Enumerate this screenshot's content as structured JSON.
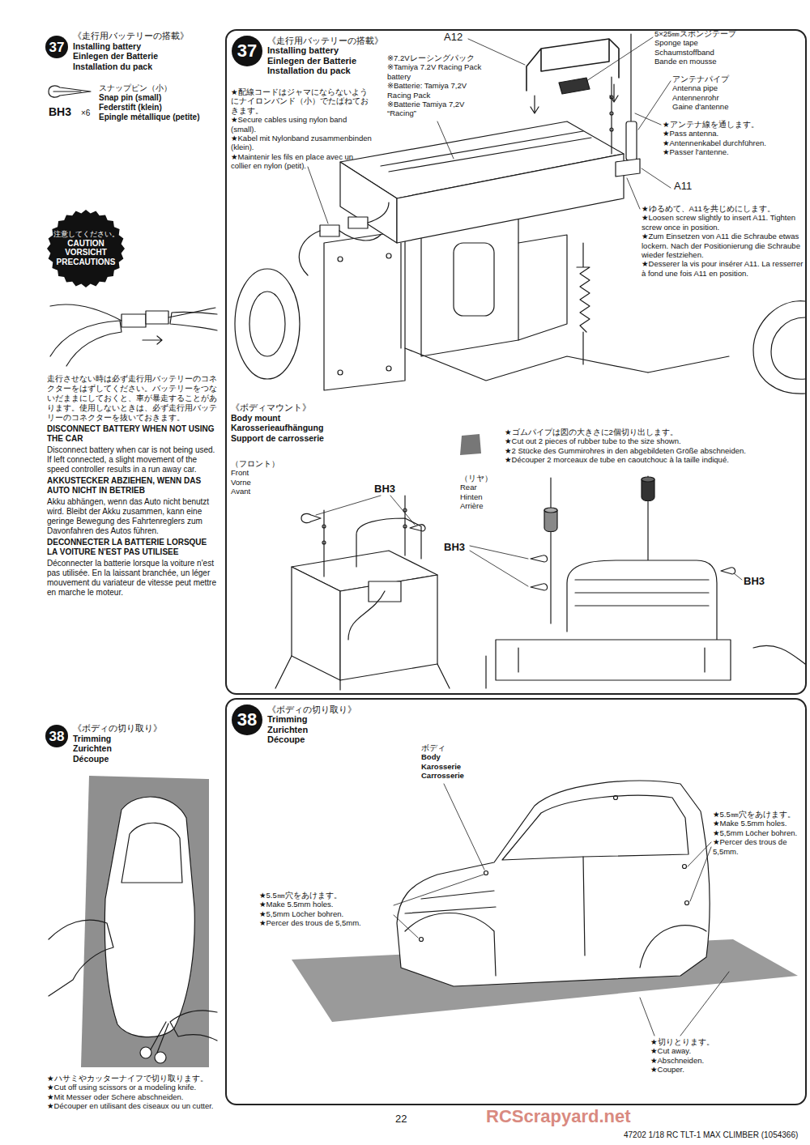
{
  "diagram": {
    "nodes": [
      {
        "text": [
          "37"
        ]
      },
      {
        "text": [
          "《走行用バッテリーの搭載》",
          "Installing battery",
          "Einlegen der Batterie",
          "Installation du pack"
        ]
      },
      {
        "text": [
          "37"
        ],
        "in": 1
      },
      {
        "text": [
          "注意してください。",
          "CAUTION",
          "VORSICHT",
          "PRECAUTIONS"
        ]
      },
      {
        "text": [
          "38"
        ]
      },
      {
        "text": [
          "《ボディの切り取り》",
          "Trimming",
          "Zurichten",
          "Découpe"
        ]
      },
      {
        "text": [
          "38"
        ],
        "in": 5
      }
    ],
    "labels": [
      "《走行用バッテリーの搭載》",
      "Installing battery",
      "Einlegen der Batterie",
      "Installation du pack",
      "スナップピン（小）",
      "Snap pin (small)",
      "Federstift (klein)",
      "Epingle métallique (petite)",
      "BH3",
      "×6",
      "走行させない時は必ず走行用バッテリーのコネクターをはずしてください。バッテリーをつないだままにしておくと、車が暴走することがあります。使用しないときは、必ず走行用バッテリーのコネクターを抜いておきます。",
      "DISCONNECT BATTERY WHEN NOT USING THE CAR",
      "Disconnect battery when car is not being used. If left connected, a slight movement of the speed controller results in a run away car.",
      "AKKUSTECKER ABZIEHEN, WENN DAS AUTO NICHT IN BETRIEB",
      "Akku abhängen, wenn das Auto nicht benutzt wird. Bleibt der Akku zusammen, kann eine geringe Bewegung des Fahrtenreglers zum Davonfahren des Autos führen.",
      "DECONNECTER LA BATTERIE LORSQUE LA VOITURE N'EST PAS UTILISEE",
      "Déconnecter la batterie lorsque la voiture n'est pas utilisée. En la laissant branchée, un léger mouvement du variateur de vitesse peut mettre en marche le moteur.",
      "A12",
      "5×25㎜スポンジテープ",
      "Sponge tape",
      "Schaumstoffband",
      "Bande en mousse",
      "アンテナパイプ",
      "Antenna pipe",
      "Antennenrohr",
      "Gaine d'antenne",
      "★アンテナ線を通します。",
      "★Pass antenna.",
      "★Antennenkabel durchführen.",
      "★Passer l'antenne.",
      "A11",
      "★ゆるめて、A11を共じめにします。",
      "★Loosen screw slightly to insert A11. Tighten screw once in position.",
      "★Zum Einsetzen von A11 die Schraube etwas lockern. Nach der Positionierung die Schraube wieder festziehen.",
      "★Desserer la vis pour insérer A11. La resserrer à fond une fois A11 en position.",
      "※7.2Vレーシングパック",
      "※Tamiya 7.2V Racing Pack battery",
      "※Batterie: Tamiya 7,2V Racing Pack",
      "※Batterie Tamiya 7,2V “Racing”",
      "★配線コードはジャマにならないようにナイロンバンド（小）でたばねておきます。",
      "★Secure cables using nylon band (small).",
      "★Kabel mit Nylonband zusammenbinden (klein).",
      "★Maintenir les fils en place avec un collier en nylon (petit).",
      "《ボディマウント》",
      "Body mount",
      "Karosserieaufhängung",
      "Support de carrosserie",
      "（フロント）",
      "Front",
      "Vorne",
      "Avant",
      "BH3",
      "★ゴムパイプは図の大きさに2個切り出します。",
      "★Cut out 2 pieces of rubber tube to the size shown.",
      "★2 Stücke des Gummirohres in den abgebildeten Größe abschneiden.",
      "★Découper 2 morceaux de tube en caoutchouc à la taille indiqué.",
      "（リヤ）",
      "Rear",
      "Hinten",
      "Arrière",
      "BH3",
      "BH3",
      "《ボディの切り取り》",
      "Trimming",
      "Zurichten",
      "Découpe",
      "★ハサミやカッターナイフで切り取ります。",
      "★Cut off using scissors or a modeling knife.",
      "★Mit Messer oder Schere abschneiden.",
      "★Découper en utilisant des ciseaux ou un cutter.",
      "ボディ",
      "Body",
      "Karosserie",
      "Carrosserie",
      "★5.5㎜穴をあけます。",
      "★Make 5.5mm holes.",
      "★5,5mm Löcher bohren.",
      "★Percer des trous de 5,5mm.",
      "★5.5㎜穴をあけます。",
      "★Make 5.5mm holes.",
      "★5,5mm Löcher bohren.",
      "★Percer des trous de 5,5mm.",
      "★切りとります。",
      "★Cut away.",
      "★Abschneiden.",
      "★Couper.",
      "22",
      "47202 1/18 RC TLT-1 MAX CLIMBER (1054366)",
      "RCScrapyard.net"
    ]
  }
}
